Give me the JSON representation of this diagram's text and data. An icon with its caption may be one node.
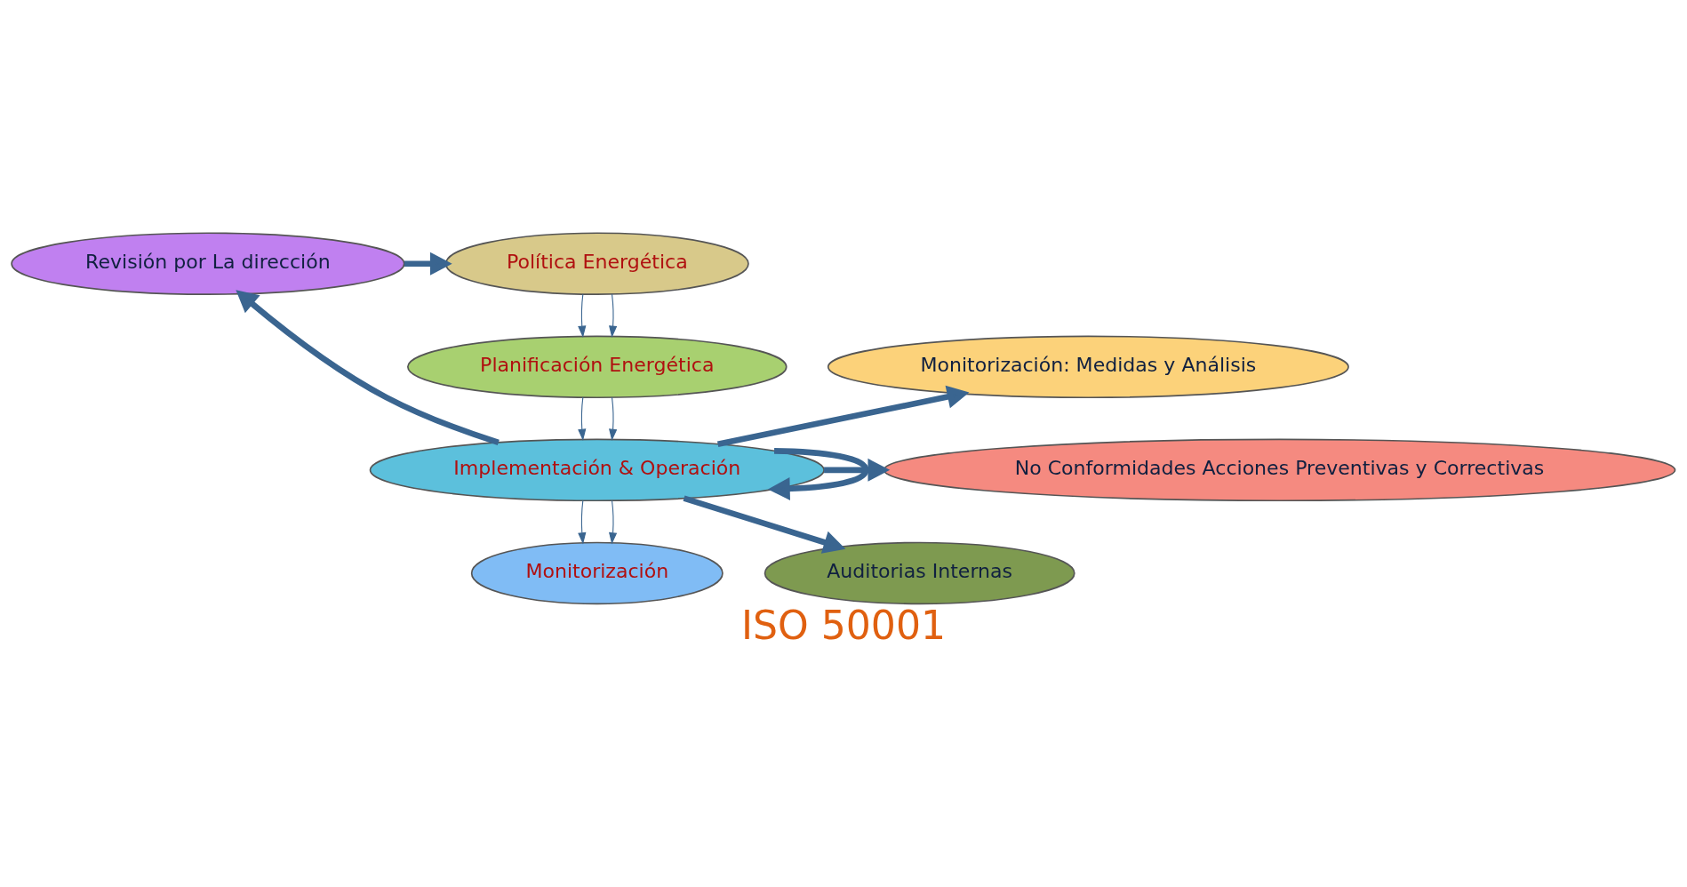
{
  "diagram": {
    "caption": "ISO 50001",
    "nodes": [
      {
        "text": [
          "Política Energética"
        ]
      },
      {
        "text": [
          "Revisión por La dirección"
        ]
      },
      {
        "text": [
          "Planificación Energética"
        ]
      },
      {
        "text": [
          "Monitorización: Medidas y Análisis"
        ]
      },
      {
        "text": [
          "Implementación & Operación"
        ]
      },
      {
        "text": [
          "No Conformidades Acciones Preventivas y Correctivas"
        ]
      },
      {
        "text": [
          "Monitorización"
        ]
      },
      {
        "text": [
          "Auditorias Internas"
        ]
      }
    ],
    "edges": [
      {
        "from": 0,
        "to": 2,
        "arrow": "to"
      },
      {
        "from": 0,
        "to": 2,
        "arrow": "to"
      },
      {
        "from": 2,
        "to": 4,
        "arrow": "to"
      },
      {
        "from": 2,
        "to": 4,
        "arrow": "to"
      },
      {
        "from": 4,
        "to": 6,
        "arrow": "to"
      },
      {
        "from": 4,
        "to": 6,
        "arrow": "to"
      },
      {
        "from": 4,
        "to": 4,
        "arrow": "to",
        "style": "thick"
      },
      {
        "from": 4,
        "to": 3,
        "arrow": "to",
        "style": "thick"
      },
      {
        "from": 4,
        "to": 5,
        "arrow": "to",
        "style": "thick"
      },
      {
        "from": 4,
        "to": 7,
        "arrow": "to",
        "style": "thick"
      },
      {
        "from": 4,
        "to": 1,
        "arrow": "to",
        "style": "thick"
      },
      {
        "from": 1,
        "to": 0,
        "arrow": "to",
        "style": "thick"
      }
    ]
  }
}
